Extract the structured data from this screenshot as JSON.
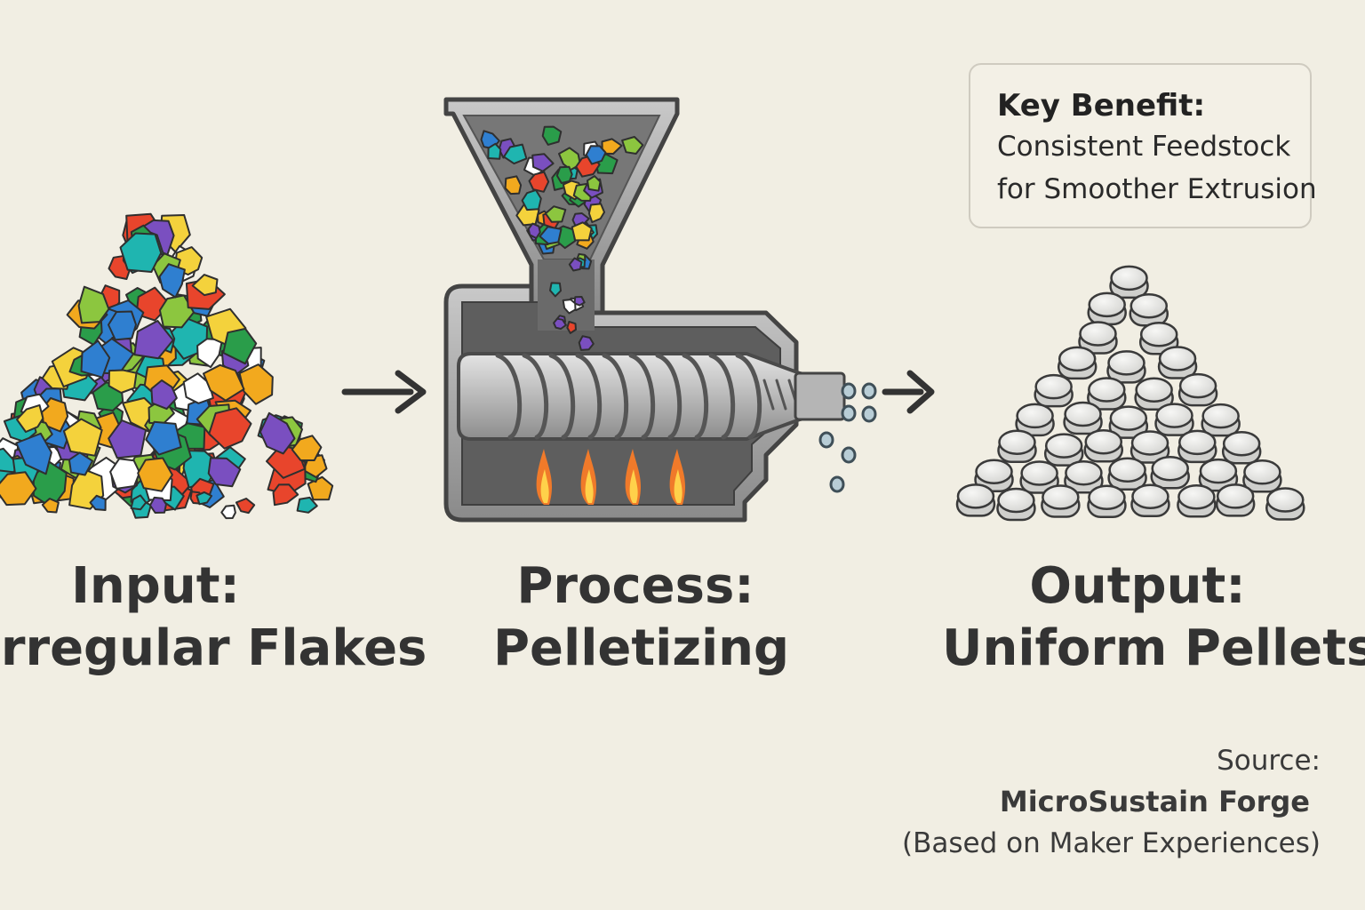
{
  "stages": [
    {
      "title": "Input:",
      "subtitle": "Irregular Flakes"
    },
    {
      "title": "Process:",
      "subtitle": "Pelletizing"
    },
    {
      "title": "Output:",
      "subtitle": "Uniform Pellets"
    }
  ],
  "benefit": {
    "title": "Key Benefit:",
    "line1": "Consistent Feedstock",
    "line2": "for Smoother Extrusion"
  },
  "source": {
    "label": "Source:",
    "name": "MicroSustain Forge",
    "note": "(Based on Maker Experiences)"
  },
  "colors": {
    "background": "#f1eee3",
    "flakes": [
      "#e8452c",
      "#f2a91e",
      "#2a9d4a",
      "#2f7fd0",
      "#7a4fc0",
      "#8cc63f",
      "#1fb5b0",
      "#f4d23c",
      "#ffffff"
    ],
    "machine": "#8e8e8e",
    "flame": "#f07a2a",
    "pellet": "#e2e2e0",
    "arrow": "#333333"
  },
  "icons": [
    "flake-pile-icon",
    "right-arrow-icon",
    "pelletizer-machine-icon",
    "flame-icon",
    "pellet-pile-icon"
  ]
}
